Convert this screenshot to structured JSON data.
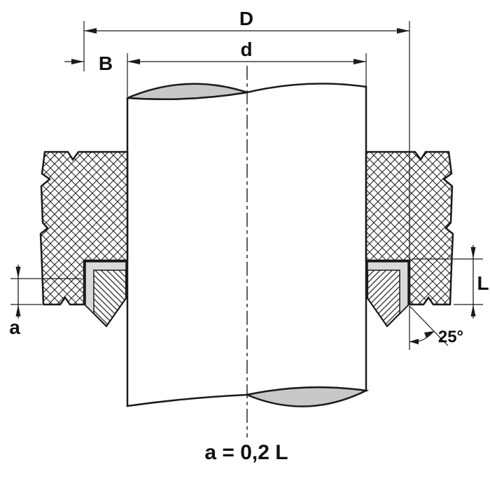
{
  "figure": {
    "labels": {
      "D": "D",
      "d": "d",
      "B": "B",
      "L": "L",
      "a": "a",
      "angle": "25°",
      "formula": "a = 0,2 L"
    },
    "colors": {
      "line": "#1b1b1b",
      "break_fill": "#c8c8c8",
      "case_fill": "#dadada",
      "background": "#ffffff"
    }
  }
}
